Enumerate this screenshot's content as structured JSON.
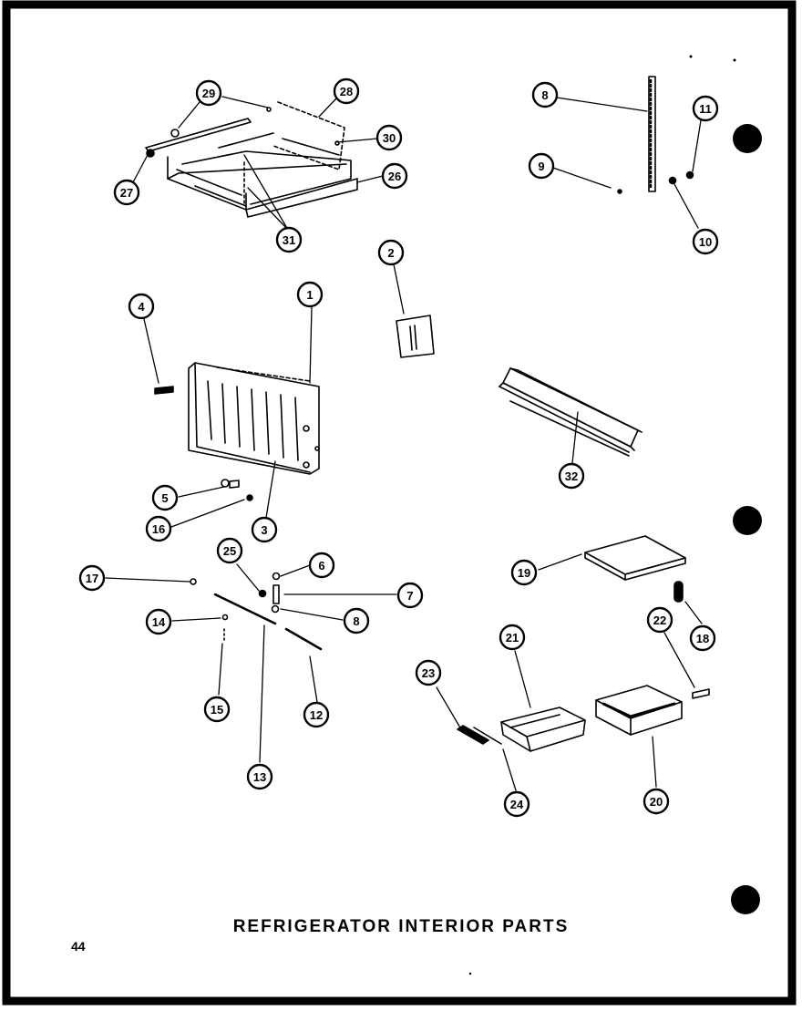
{
  "diagram": {
    "title": "REFRIGERATOR  INTERIOR  PARTS",
    "page_number": "44",
    "callouts": [
      {
        "id": "c29",
        "label": "29"
      },
      {
        "id": "c28",
        "label": "28"
      },
      {
        "id": "c30",
        "label": "30"
      },
      {
        "id": "c26",
        "label": "26"
      },
      {
        "id": "c27",
        "label": "27"
      },
      {
        "id": "c31",
        "label": "31"
      },
      {
        "id": "c8a",
        "label": "8"
      },
      {
        "id": "c11",
        "label": "11"
      },
      {
        "id": "c9",
        "label": "9"
      },
      {
        "id": "c10",
        "label": "10"
      },
      {
        "id": "c2",
        "label": "2"
      },
      {
        "id": "c4",
        "label": "4"
      },
      {
        "id": "c1",
        "label": "1"
      },
      {
        "id": "c32",
        "label": "32"
      },
      {
        "id": "c5",
        "label": "5"
      },
      {
        "id": "c16",
        "label": "16"
      },
      {
        "id": "c3",
        "label": "3"
      },
      {
        "id": "c25",
        "label": "25"
      },
      {
        "id": "c6",
        "label": "6"
      },
      {
        "id": "c17",
        "label": "17"
      },
      {
        "id": "c7",
        "label": "7"
      },
      {
        "id": "c14",
        "label": "14"
      },
      {
        "id": "c8b",
        "label": "8"
      },
      {
        "id": "c15",
        "label": "15"
      },
      {
        "id": "c12",
        "label": "12"
      },
      {
        "id": "c13",
        "label": "13"
      },
      {
        "id": "c19",
        "label": "19"
      },
      {
        "id": "c18",
        "label": "18"
      },
      {
        "id": "c21",
        "label": "21"
      },
      {
        "id": "c22",
        "label": "22"
      },
      {
        "id": "c23",
        "label": "23"
      },
      {
        "id": "c24",
        "label": "24"
      },
      {
        "id": "c20",
        "label": "20"
      }
    ]
  }
}
